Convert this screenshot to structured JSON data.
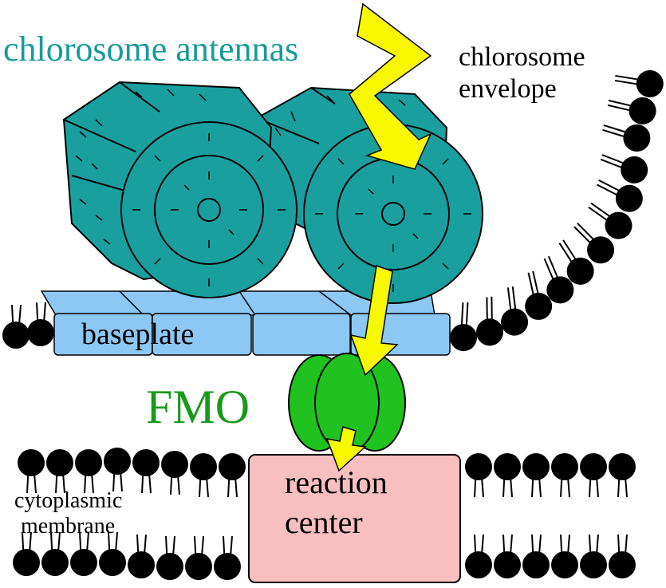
{
  "labels": {
    "chlorosome_antennas": "chlorosome antennas",
    "chlorosome_envelope_line1": "chlorosome",
    "chlorosome_envelope_line2": "envelope",
    "baseplate": "baseplate",
    "fmo": "FMO",
    "reaction_center_line1": "reaction",
    "reaction_center_line2": "center",
    "cytoplasmic_line1": "cytoplasmic",
    "cytoplasmic_line2": "membrane"
  },
  "colors": {
    "antenna": "#1a9f9f",
    "antenna_text": "#189a9a",
    "baseplate": "#8dc8f4",
    "fmo": "#1fc21f",
    "fmo_text": "#17991a",
    "reaction_center": "#f7bfc0",
    "arrow": "#f8f800",
    "lipid": "#000000"
  }
}
